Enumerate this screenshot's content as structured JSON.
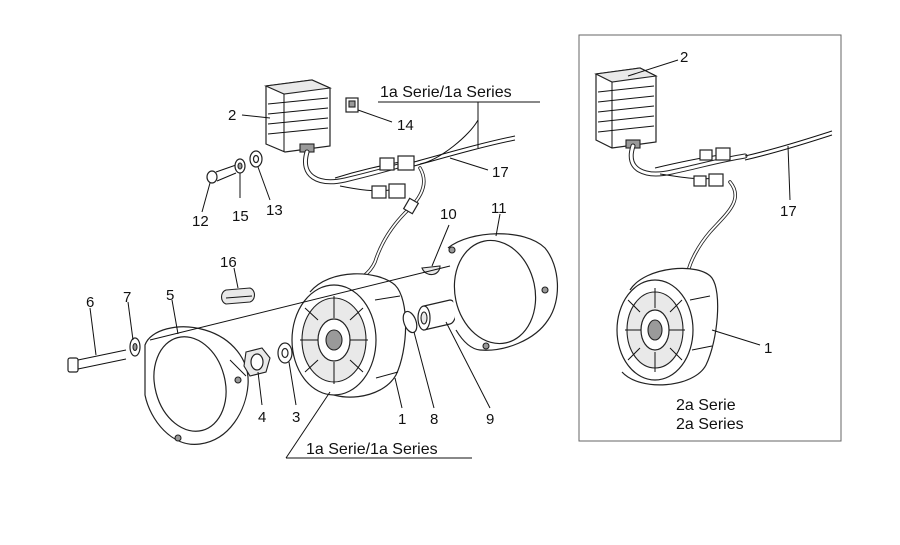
{
  "diagram": {
    "callouts": {
      "main": {
        "n1": "1",
        "n2": "2",
        "n3": "3",
        "n4": "4",
        "n5": "5",
        "n6": "6",
        "n7": "7",
        "n8": "8",
        "n9": "9",
        "n10": "10",
        "n11": "11",
        "n12": "12",
        "n13": "13",
        "n14": "14",
        "n15": "15",
        "n16": "16",
        "n17": "17"
      },
      "inset": {
        "n1": "1",
        "n2": "2",
        "n17": "17"
      }
    },
    "captions": {
      "series1_top": "1a Serie/1a Series",
      "series1_bottom": "1a Serie/1a Series",
      "series2_line1": "2a Serie",
      "series2_line2": "2a Series"
    }
  }
}
